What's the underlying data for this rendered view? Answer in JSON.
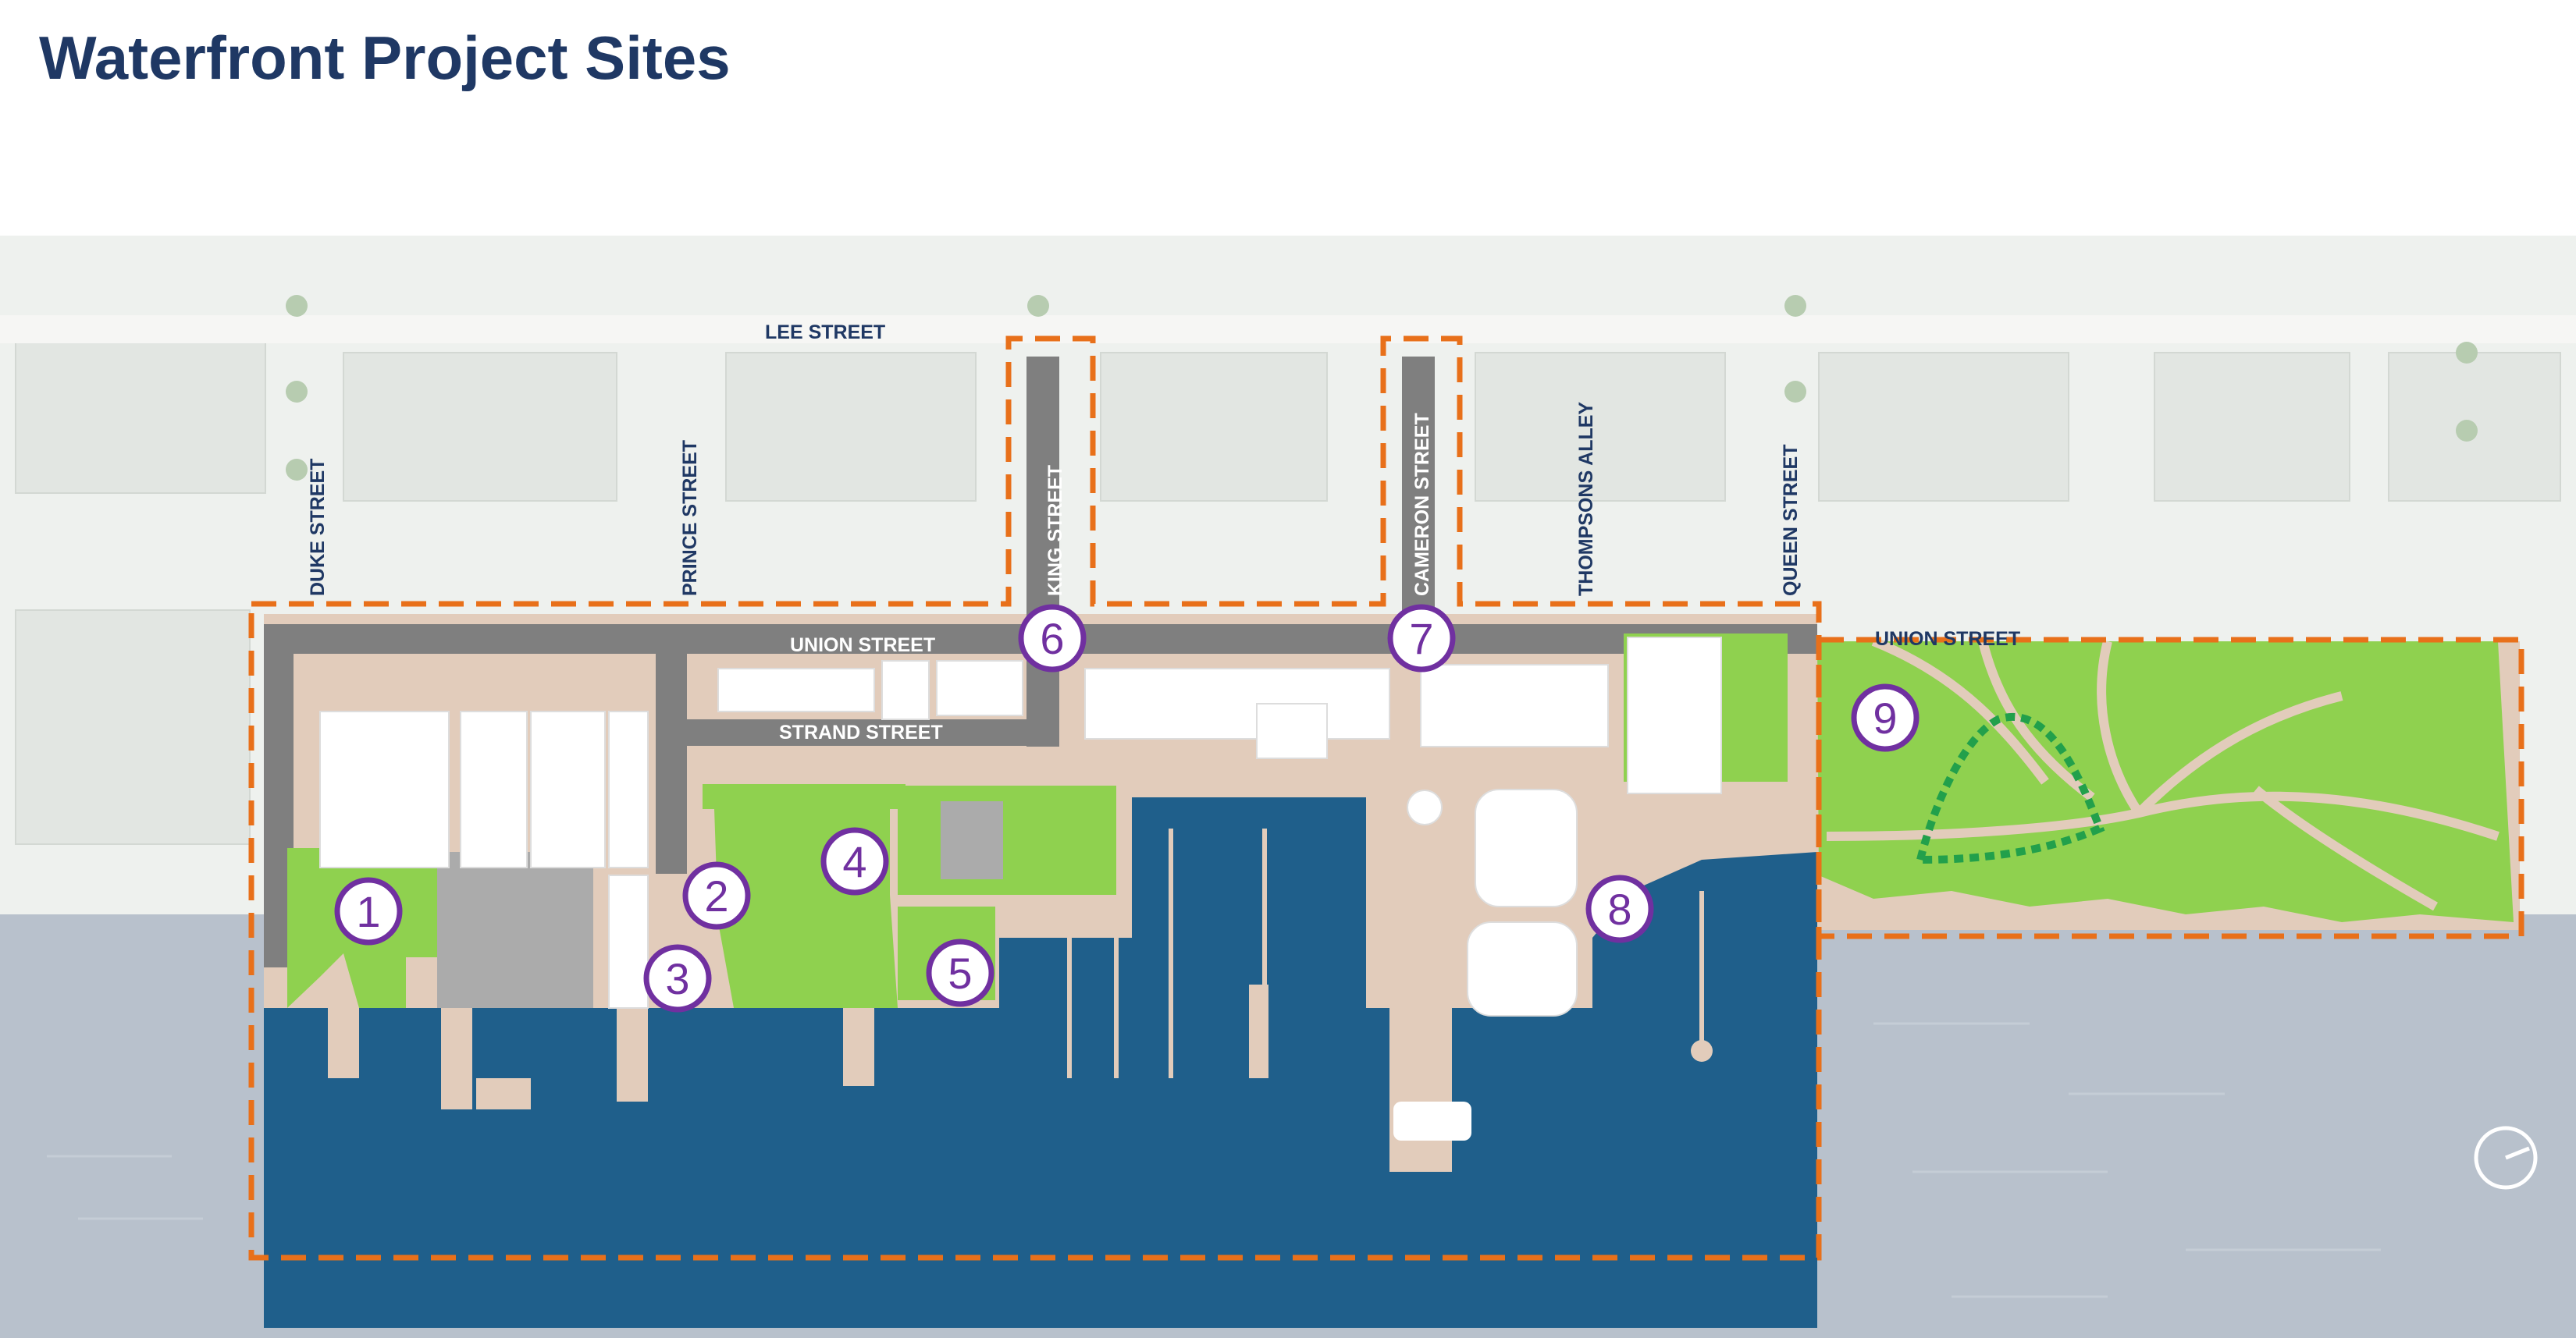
{
  "page": {
    "title": "Waterfront Project Sites"
  },
  "colors": {
    "title": "#1f3864",
    "water_project": "#1f5f8b",
    "water_river": "#aeb8c4",
    "park": "#8fd14f",
    "promenade": "#e2ccbb",
    "road": "#7f7f7f",
    "boundary": "#e8701a",
    "badge_outline": "#7030a0",
    "path_highlight": "#22a04b",
    "building": "#ffffff"
  },
  "streets": {
    "lee": "LEE STREET",
    "duke": "DUKE STREET",
    "prince": "PRINCE STREET",
    "king": "KING STREET",
    "cameron": "CAMERON STREET",
    "thompsons": "THOMPSONS ALLEY",
    "queen": "QUEEN STREET",
    "union": "UNION STREET",
    "union_east": "UNION STREET",
    "strand": "STRAND STREET"
  },
  "sites": [
    "1",
    "2",
    "3",
    "4",
    "5",
    "6",
    "7",
    "8",
    "9"
  ],
  "icons": {
    "compass": "north-arrow-icon"
  }
}
